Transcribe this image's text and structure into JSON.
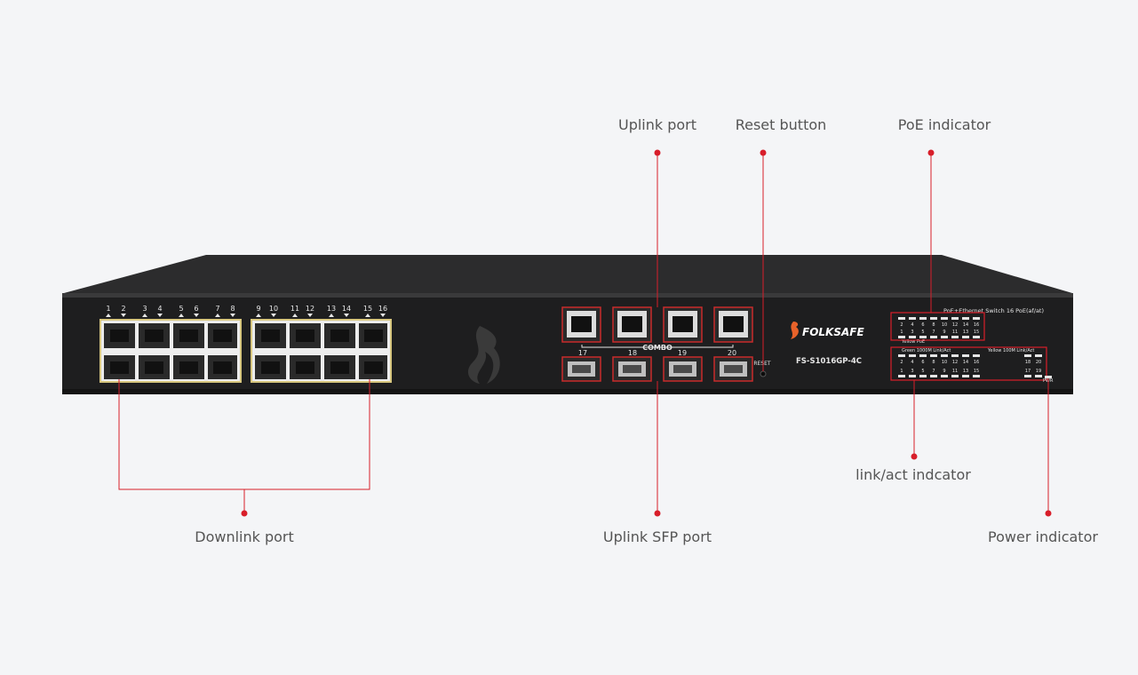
{
  "callouts": {
    "uplink_port": "Uplink port",
    "reset_button": "Reset button",
    "poe_indicator": "PoE indicator",
    "link_act_indicator": "link/act indcator",
    "downlink_port": "Downlink port",
    "uplink_sfp_port": "Uplink SFP port",
    "power_indicator": "Power indicator"
  },
  "device": {
    "brand": "FOLKSAFE",
    "model": "FS-S1016GP-4C",
    "combo_label": "COMBO",
    "reset_label": "RESET",
    "poe_panel_title": "PoE+Ethernet Switch 16 PoE(af/at)",
    "yellow_poe": "Yellow PoE",
    "green_link": "Green 1000M Link/Act",
    "yellow_link": "Yellow 100M Link/Act",
    "pwr_label": "PWR",
    "port_top_numbers": [
      "1",
      "2",
      "3",
      "4",
      "5",
      "6",
      "7",
      "8",
      "9",
      "10",
      "11",
      "12",
      "13",
      "14",
      "15",
      "16"
    ],
    "sfp_numbers": [
      "17",
      "18",
      "19",
      "20"
    ],
    "led_even": [
      "2",
      "4",
      "6",
      "8",
      "10",
      "12",
      "14",
      "16"
    ],
    "led_odd": [
      "1",
      "3",
      "5",
      "7",
      "9",
      "11",
      "13",
      "15"
    ],
    "led_uplink_top": [
      "18",
      "20"
    ],
    "led_uplink_bottom": [
      "17",
      "19"
    ]
  },
  "colors": {
    "accent": "#d81e2a",
    "chassis": "#1e1e1f",
    "chassis_top": "#2c2c2d",
    "port_frame": "#e8d9a0",
    "background": "#f4f5f7"
  }
}
